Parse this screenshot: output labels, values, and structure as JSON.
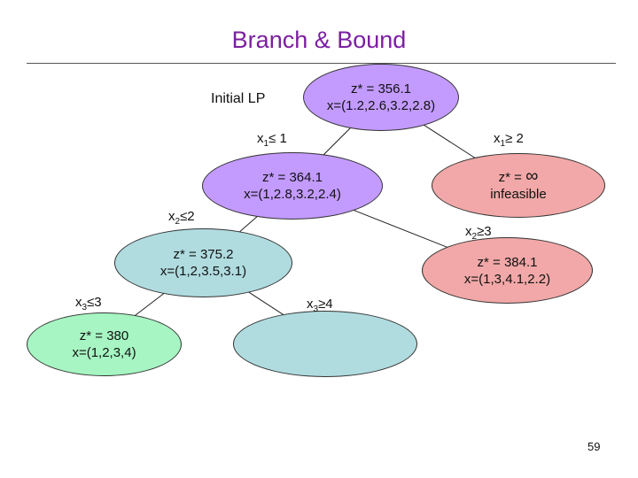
{
  "title": "Branch & Bound",
  "root_label": "Initial LP",
  "page_number": "59",
  "nodes": {
    "root": {
      "z": "z* = 356.1",
      "x": "x=(1.2,2.6,3.2,2.8)"
    },
    "left": {
      "z": "z* = 364.1",
      "x": "x=(1,2.8,3.2,2.4)"
    },
    "right": {
      "z_prefix": "z* = ",
      "z_infinity": "∞",
      "status": "infeasible"
    },
    "left_left": {
      "z": "z* = 375.2",
      "x": "x=(1,2,3.5,3.1)"
    },
    "left_right": {
      "z": "z* = 384.1",
      "x": "x=(1,3,4.1,2.2)"
    },
    "lll": {
      "z": "z* = 380",
      "x": "x=(1,2,3,4)"
    },
    "llr": {
      "z": "",
      "x": ""
    }
  },
  "branches": {
    "x1_le": {
      "var": "x",
      "sub": "1",
      "rel": "≤ 1"
    },
    "x1_ge": {
      "var": "x",
      "sub": "1",
      "rel": "≥ 2"
    },
    "x2_le": {
      "var": "x",
      "sub": "2",
      "rel": "≤2"
    },
    "x2_ge": {
      "var": "x",
      "sub": "2",
      "rel": "≥3"
    },
    "x3_le": {
      "var": "x",
      "sub": "3",
      "rel": "≤3"
    },
    "x3_ge": {
      "var": "x",
      "sub": "3",
      "rel": "≥4"
    }
  },
  "colors": {
    "title": "#7b1fa2",
    "purple_node": "#c39bff",
    "pink_node": "#f2a8a8",
    "blue_node": "#b0dce0",
    "green_node": "#a6f5c2"
  }
}
